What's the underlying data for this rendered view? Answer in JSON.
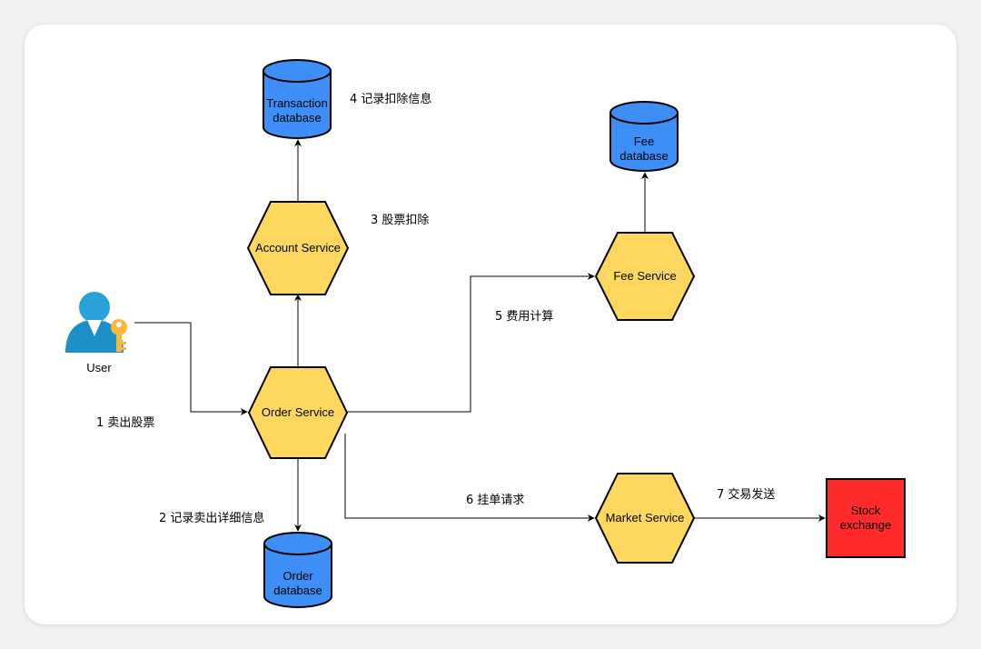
{
  "colors": {
    "service_fill": "#fed85e",
    "service_stroke": "#000000",
    "database_fill": "#3d8ef6",
    "database_stroke": "#000000",
    "exchange_fill": "#ff2a2a",
    "user_blue": "#2aa0d8",
    "key_yellow": "#f6b93b"
  },
  "nodes": {
    "user": {
      "label": "User"
    },
    "order_service": {
      "label": "Order Service"
    },
    "account_service": {
      "label": "Account Service"
    },
    "fee_service": {
      "label": "Fee Service"
    },
    "market_service": {
      "label": "Market Service"
    },
    "transaction_db": {
      "line1": "Transaction",
      "line2": "database"
    },
    "fee_db": {
      "line1": "Fee",
      "line2": "database"
    },
    "order_db": {
      "line1": "Order",
      "line2": "database"
    },
    "stock_exchange": {
      "line1": "Stock",
      "line2": "exchange"
    }
  },
  "edges": {
    "e1": "1 卖出股票",
    "e2": "2 记录卖出详细信息",
    "e3": "3 股票扣除",
    "e4": "4 记录扣除信息",
    "e5": "5 费用计算",
    "e6": "6 挂单请求",
    "e7": "7 交易发送"
  }
}
